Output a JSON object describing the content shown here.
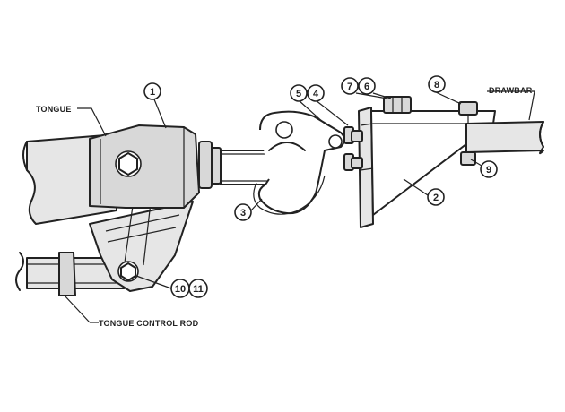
{
  "labels": {
    "tongue": "TONGUE",
    "drawbar": "DRAWBAR",
    "tongue_control_rod": "TONGUE CONTROL ROD"
  },
  "callouts": {
    "c1": "1",
    "c2": "2",
    "c3": "3",
    "c4": "4",
    "c5": "5",
    "c6": "6",
    "c7": "7",
    "c8": "8",
    "c9": "9",
    "c10": "10",
    "c11": "11"
  }
}
